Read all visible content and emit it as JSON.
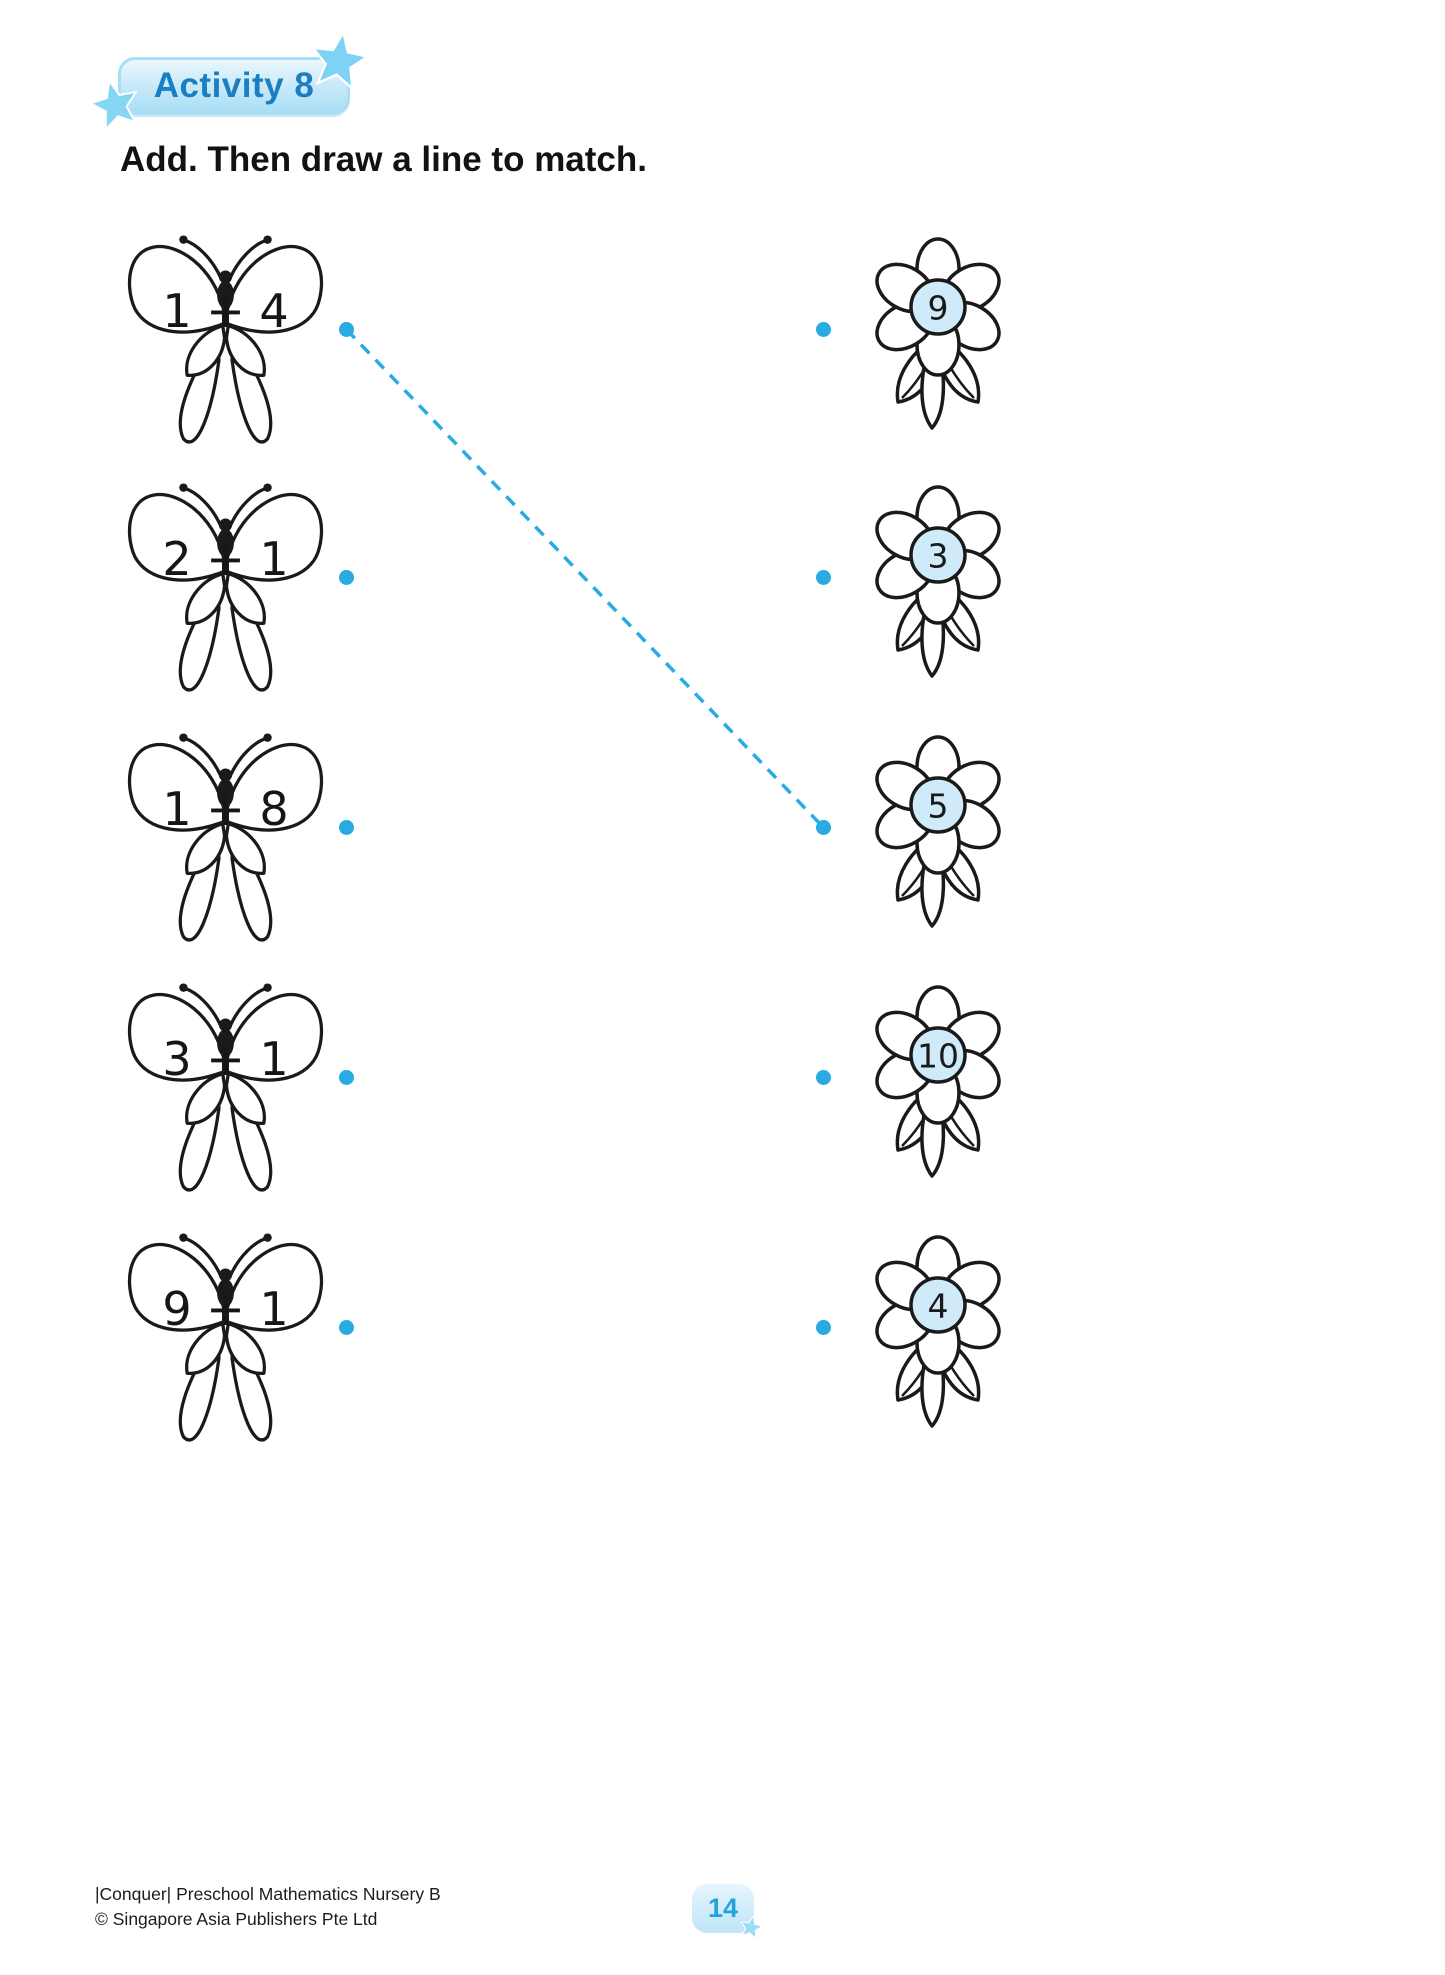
{
  "header": {
    "activity_label": "Activity 8",
    "instruction": "Add. Then draw a line to match."
  },
  "left_column": {
    "items": [
      {
        "expression": "1 + 4"
      },
      {
        "expression": "2 + 1"
      },
      {
        "expression": "1 + 8"
      },
      {
        "expression": "3 + 1"
      },
      {
        "expression": "9 + 1"
      }
    ]
  },
  "right_column": {
    "items": [
      {
        "value": "9"
      },
      {
        "value": "3"
      },
      {
        "value": "5"
      },
      {
        "value": "10"
      },
      {
        "value": "4"
      }
    ]
  },
  "connection": {
    "from_left_index": 0,
    "to_right_index": 2
  },
  "footer": {
    "line1": "|Conquer| Preschool Mathematics Nursery B",
    "line2": "© Singapore Asia Publishers Pte Ltd",
    "page_number": "14"
  },
  "colors": {
    "accent": "#29abe2",
    "badge_text": "#1a7ec2",
    "flower_center": "#cfeaf8",
    "outline": "#1a1a1a"
  }
}
